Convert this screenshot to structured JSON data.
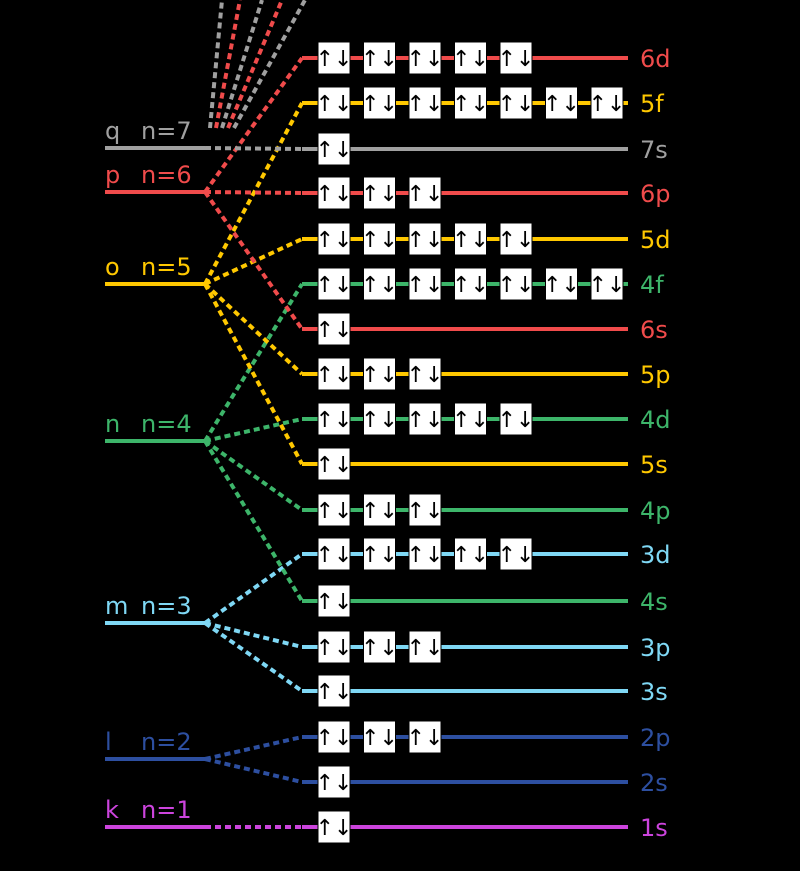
{
  "colors": {
    "k": "#cc44dd",
    "l": "#2d4fa0",
    "m": "#7fd8f5",
    "n": "#3db56a",
    "o": "#ffc800",
    "p": "#f04b4b",
    "q": "#a0a0a0"
  },
  "shells": [
    {
      "id": "k",
      "letter": "k",
      "n": "n=1"
    },
    {
      "id": "l",
      "letter": "l",
      "n": "n=2"
    },
    {
      "id": "m",
      "letter": "m",
      "n": "n=3"
    },
    {
      "id": "n",
      "letter": "n",
      "n": "n=4"
    },
    {
      "id": "o",
      "letter": "o",
      "n": "n=5"
    },
    {
      "id": "p",
      "letter": "p",
      "n": "n=6"
    },
    {
      "id": "q",
      "letter": "q",
      "n": "n=7"
    }
  ],
  "orbitals": [
    {
      "label": "6d",
      "shell": "p",
      "boxes": 5
    },
    {
      "label": "5f",
      "shell": "o",
      "boxes": 7
    },
    {
      "label": "7s",
      "shell": "q",
      "boxes": 1
    },
    {
      "label": "6p",
      "shell": "p",
      "boxes": 3
    },
    {
      "label": "5d",
      "shell": "o",
      "boxes": 5
    },
    {
      "label": "4f",
      "shell": "n",
      "boxes": 7
    },
    {
      "label": "6s",
      "shell": "p",
      "boxes": 1
    },
    {
      "label": "5p",
      "shell": "o",
      "boxes": 3
    },
    {
      "label": "4d",
      "shell": "n",
      "boxes": 5
    },
    {
      "label": "5s",
      "shell": "o",
      "boxes": 1
    },
    {
      "label": "4p",
      "shell": "n",
      "boxes": 3
    },
    {
      "label": "3d",
      "shell": "m",
      "boxes": 5
    },
    {
      "label": "4s",
      "shell": "n",
      "boxes": 1
    },
    {
      "label": "3p",
      "shell": "m",
      "boxes": 3
    },
    {
      "label": "3s",
      "shell": "m",
      "boxes": 1
    },
    {
      "label": "2p",
      "shell": "l",
      "boxes": 3
    },
    {
      "label": "2s",
      "shell": "l",
      "boxes": 1
    },
    {
      "label": "1s",
      "shell": "k",
      "boxes": 1
    }
  ],
  "electron_pair": "↑↓"
}
